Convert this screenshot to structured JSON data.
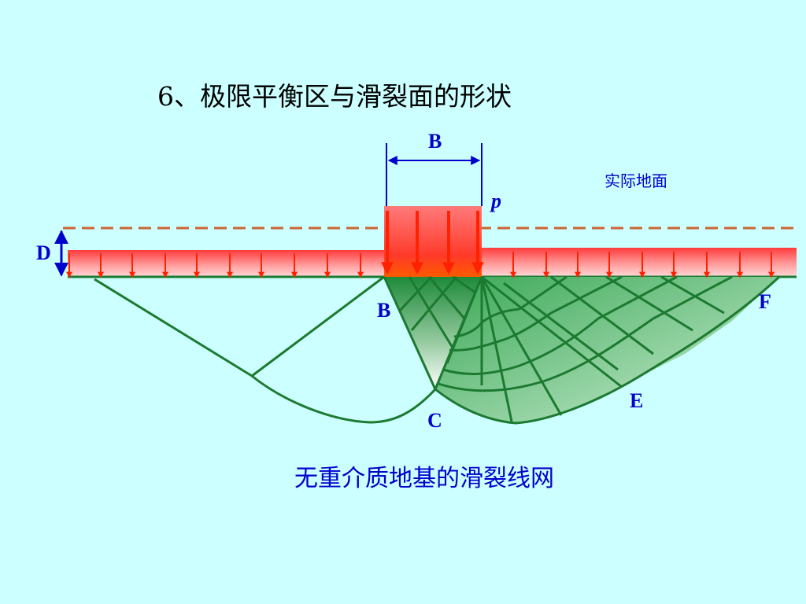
{
  "title": "6、极限平衡区与滑裂面的形状",
  "labels": {
    "width": "B",
    "pressure": "p",
    "depth": "D",
    "actual_ground": "实际地面",
    "point_b": "B",
    "point_c": "C",
    "point_e": "E",
    "point_f": "F"
  },
  "caption": "无重介质地基的滑裂线网",
  "colors": {
    "background": "#ccffff",
    "label_blue": "#0000cc",
    "overburden_red": "#ff3333",
    "dashed_ground": "#cc6633",
    "slip_line_green": "#1b7a30",
    "arrow_red": "#ff2200"
  }
}
